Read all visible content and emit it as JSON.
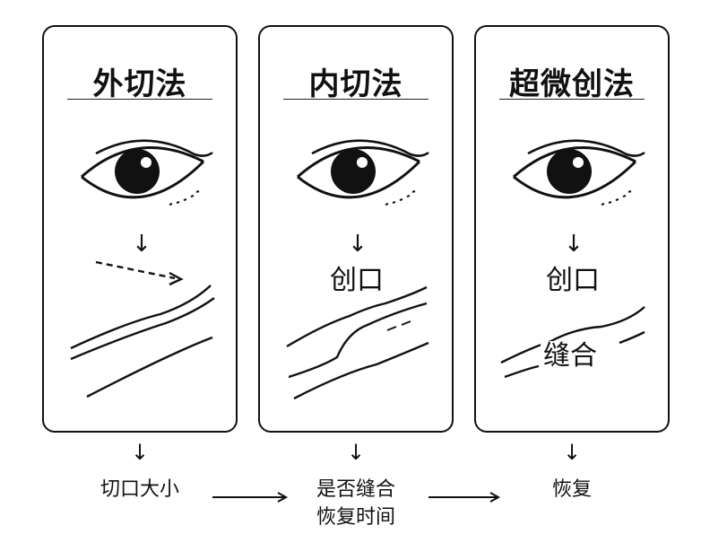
{
  "panels": [
    {
      "title": "外切法"
    },
    {
      "title": "内切法",
      "label": "创口"
    },
    {
      "title": "超微创法",
      "label": "创口",
      "suture_label": "缝合"
    }
  ],
  "outcomes": [
    {
      "lines": [
        "切口大小"
      ]
    },
    {
      "lines": [
        "是否缝合",
        "恢复时间"
      ]
    },
    {
      "lines": [
        "恢复"
      ]
    }
  ],
  "icons": {
    "down_arrow": "↓",
    "eye": "eye-icon",
    "right_arrow": "right-arrow-icon"
  },
  "colors": {
    "line": "#111111",
    "background": "#ffffff"
  }
}
